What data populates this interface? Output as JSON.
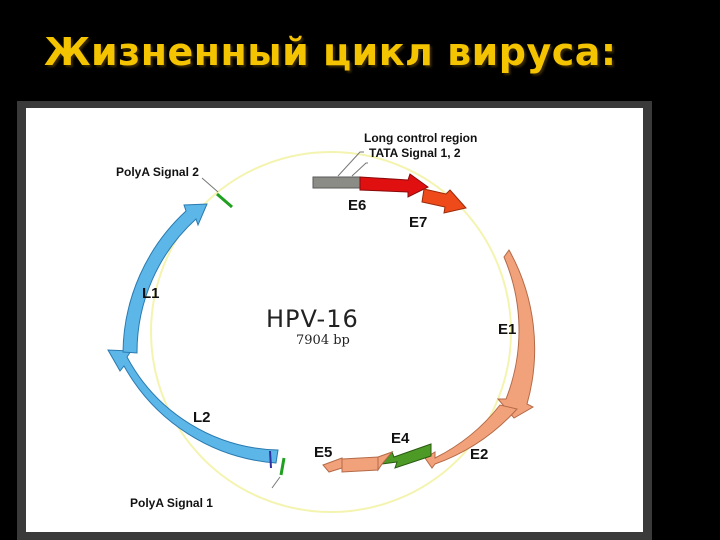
{
  "slide": {
    "title": "Жизненный цикл вируса:"
  },
  "diagram": {
    "name": "HPV-16",
    "size": "7904 bp",
    "regions": [
      {
        "id": "lcr",
        "label": "",
        "color": "#8c8c86"
      },
      {
        "id": "e6",
        "label": "E6",
        "color": "#e01010"
      },
      {
        "id": "e7",
        "label": "E7",
        "color": "#ee4a1a"
      },
      {
        "id": "e1",
        "label": "E1",
        "color": "#f2a27a"
      },
      {
        "id": "e2",
        "label": "E2",
        "color": "#f2a27a"
      },
      {
        "id": "e4",
        "label": "E4",
        "color": "#4e9a26"
      },
      {
        "id": "e5",
        "label": "E5",
        "color": "#f2a27a"
      },
      {
        "id": "l2",
        "label": "L2",
        "color": "#5cb6e8"
      },
      {
        "id": "l1",
        "label": "L1",
        "color": "#5cb6e8"
      }
    ],
    "annotations": {
      "long_control_region": "Long control region",
      "tata_signal": "TATA Signal 1, 2",
      "polya_signal_2": "PolyA Signal 2",
      "polya_signal_1": "PolyA Signal 1"
    },
    "colors": {
      "backbone": "#f4f4b0",
      "signal_mark": "#20a020",
      "connector": "#777777"
    }
  }
}
